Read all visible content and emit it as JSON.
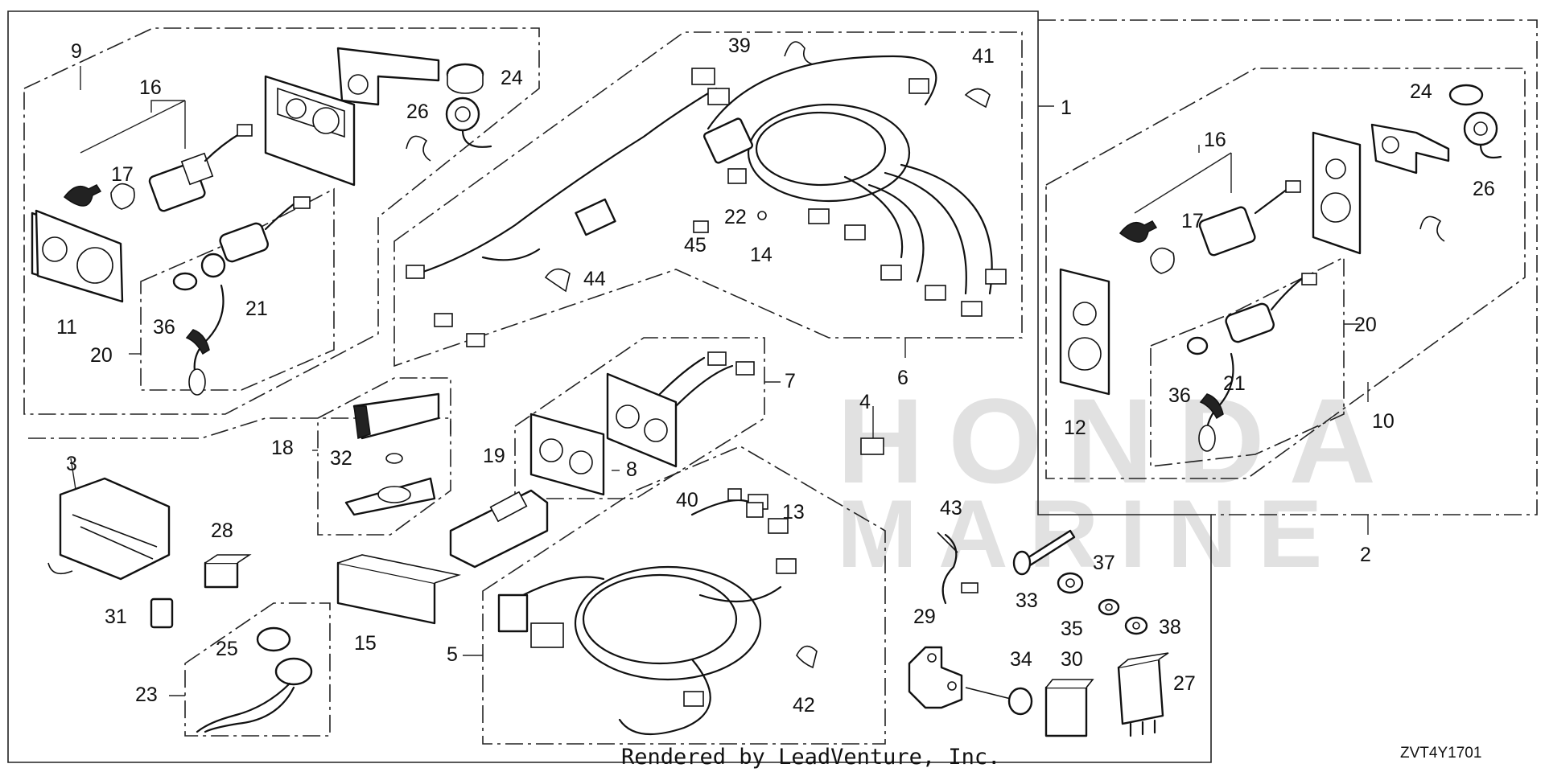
{
  "diagram_code": "ZVT4Y1701",
  "footer": "Rendered by LeadVenture, Inc.",
  "watermark": {
    "line1": "HONDA",
    "line2": "MARINE"
  },
  "colors": {
    "line": "#111111",
    "watermark": "#d9d9d9"
  },
  "callouts": [
    "1",
    "2",
    "3",
    "4",
    "5",
    "6",
    "7",
    "8",
    "9",
    "10",
    "11",
    "12",
    "13",
    "14",
    "15",
    "16",
    "17",
    "18",
    "19",
    "20",
    "21",
    "22",
    "23",
    "24",
    "25",
    "26",
    "27",
    "28",
    "29",
    "30",
    "31",
    "32",
    "33",
    "34",
    "35",
    "36",
    "37",
    "38",
    "39",
    "40",
    "41",
    "42",
    "43",
    "44",
    "45"
  ],
  "labels": {
    "c1": "1",
    "c2": "2",
    "c3": "3",
    "c4": "4",
    "c5": "5",
    "c6": "6",
    "c7": "7",
    "c8": "8",
    "c9": "9",
    "c10": "10",
    "c11": "11",
    "c12": "12",
    "c13": "13",
    "c14": "14",
    "c15": "15",
    "c16a": "16",
    "c16b": "16",
    "c17a": "17",
    "c17b": "17",
    "c18": "18",
    "c19": "19",
    "c20a": "20",
    "c20b": "20",
    "c21a": "21",
    "c21b": "21",
    "c22": "22",
    "c23": "23",
    "c24a": "24",
    "c24b": "24",
    "c25": "25",
    "c26a": "26",
    "c26b": "26",
    "c27": "27",
    "c28": "28",
    "c29": "29",
    "c30": "30",
    "c31": "31",
    "c32": "32",
    "c33": "33",
    "c34": "34",
    "c35": "35",
    "c36a": "36",
    "c36b": "36",
    "c37": "37",
    "c38": "38",
    "c39": "39",
    "c40": "40",
    "c41": "41",
    "c42": "42",
    "c43": "43",
    "c44": "44",
    "c45": "45"
  }
}
